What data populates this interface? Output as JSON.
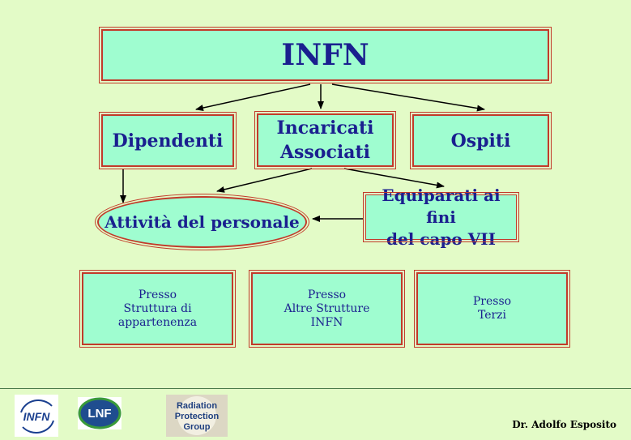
{
  "top": {
    "title": "INFN"
  },
  "row2": {
    "dipendenti": "Dipendenti",
    "incaricati": [
      "Incaricati",
      "Associati"
    ],
    "ospiti": "Ospiti"
  },
  "row3": {
    "attivita": "Attività del personale",
    "equiparati": [
      "Equiparati ai fini",
      "del capo VII"
    ]
  },
  "row4": {
    "box1": [
      "Presso",
      "Struttura di",
      "appartenenza"
    ],
    "box2": [
      "Presso",
      "Altre Strutture",
      "INFN"
    ],
    "box3": [
      "Presso",
      "Terzi"
    ]
  },
  "footer": {
    "logo_infn": "INFN",
    "logo_lnf": "LNF",
    "logo_rpg": [
      "Radiation",
      "Protection",
      "Group"
    ],
    "author": "Dr. Adolfo Esposito"
  },
  "colors": {
    "background": "#e3fbc7",
    "box_fill": "#9ffdd0",
    "border": "#c23a2a",
    "text": "#1a1f8f"
  }
}
